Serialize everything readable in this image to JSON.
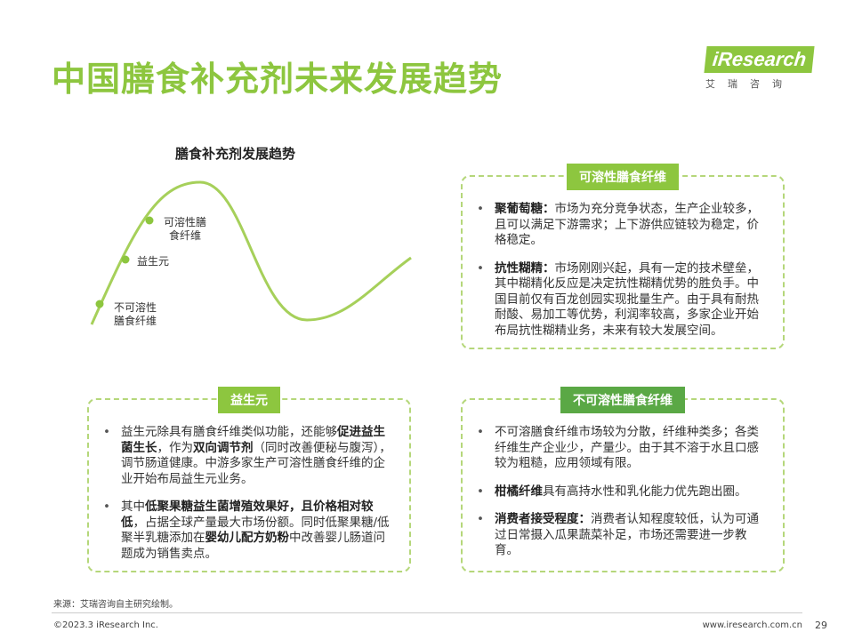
{
  "title": "中国膳食补充剂未来发展趋势",
  "logo": {
    "brand": "iResearch",
    "sub": "艾瑞咨询"
  },
  "chart": {
    "title": "膳食补充剂发展趋势",
    "labels": [
      "不可溶性膳食纤维",
      "益生元",
      "可溶性膳食纤维"
    ],
    "accent": "#8dc63f"
  },
  "boxes": [
    {
      "tag": "可溶性膳食纤维",
      "color": "#8dc63f",
      "items": [
        [
          [
            "聚葡萄糖：",
            1
          ],
          [
            "市场为充分竞争状态，生产企业较多，且可以满足下游需求；上下游供应链较为稳定，价格稳定。",
            0
          ]
        ],
        [
          [
            "抗性糊精：",
            1
          ],
          [
            "市场刚刚兴起，具有一定的技术壁垒，其中糊精化反应是决定抗性糊精优势的胜负手。中国目前仅有百龙创园实现批量生产。由于具有耐热耐酸、易加工等优势，利润率较高，多家企业开始布局抗性糊精业务，未来有较大发展空间。",
            0
          ]
        ]
      ]
    },
    {
      "tag": "益生元",
      "color": "#8dc63f",
      "items": [
        [
          [
            "益生元除具有膳食纤维类似功能，还能够",
            0
          ],
          [
            "促进益生菌生长",
            1
          ],
          [
            "，作为",
            0
          ],
          [
            "双向调节剂",
            1
          ],
          [
            "（同时改善便秘与腹泻），调节肠道健康。中游多家生产可溶性膳食纤维的企业开始布局益生元业务。",
            0
          ]
        ],
        [
          [
            "其中",
            0
          ],
          [
            "低聚果糖益生菌增殖效果好，且价格相对较低",
            1
          ],
          [
            "，占据全球产量最大市场份额。同时低聚果糖/低聚半乳糖添加在",
            0
          ],
          [
            "婴幼儿配方奶粉",
            1
          ],
          [
            "中改善婴儿肠道问题成为销售卖点。",
            0
          ]
        ]
      ]
    },
    {
      "tag": "不可溶性膳食纤维",
      "color": "#5aa845",
      "items": [
        [
          [
            "不可溶膳食纤维市场较为分散，纤维种类多；各类纤维生产企业少，产量少。由于其不溶于水且口感较为粗糙，应用领域有限。",
            0
          ]
        ],
        [
          [
            "柑橘纤维",
            1
          ],
          [
            "具有高持水性和乳化能力优先跑出圈。",
            0
          ]
        ],
        [
          [
            "消费者接受程度：",
            1
          ],
          [
            "消费者认知程度较低，认为可通过日常摄入瓜果蔬菜补足，市场还需要进一步教育。",
            0
          ]
        ]
      ]
    }
  ],
  "footer": {
    "source": "来源：艾瑞咨询自主研究绘制。",
    "copyright": "©2023.3 iResearch Inc.",
    "url": "www.iresearch.com.cn",
    "page": "29"
  }
}
